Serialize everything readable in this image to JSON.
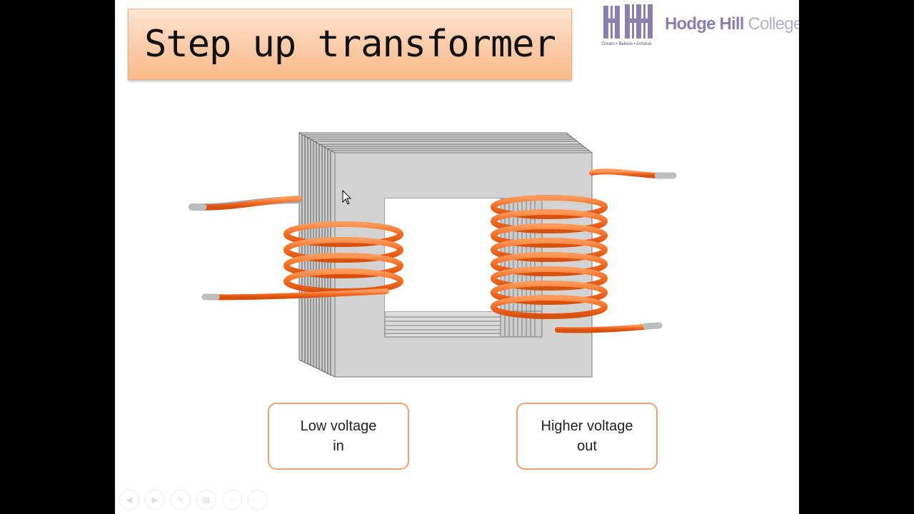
{
  "slide": {
    "title": "Step up transformer",
    "logo": {
      "name_strong": "Hodge Hill",
      "name_light": " College",
      "tagline": "Dream  •  Believe  •  Achieve",
      "mark_icon": "hh-monogram-icon"
    },
    "labels": {
      "input": "Low voltage\nin",
      "output": "Higher voltage\nout"
    }
  },
  "player_controls": [
    {
      "name": "previous",
      "icon": "prev-icon"
    },
    {
      "name": "next",
      "icon": "next-icon"
    },
    {
      "name": "pen",
      "icon": "pen-icon"
    },
    {
      "name": "slides",
      "icon": "slides-icon"
    },
    {
      "name": "zoom",
      "icon": "zoom-icon"
    },
    {
      "name": "more",
      "icon": "more-icon"
    }
  ],
  "colors": {
    "coil": "#f26a22",
    "core": "#d4d4d4",
    "title_fill": "#fbcfae",
    "label_border": "#f0a070",
    "logo_purple": "#8b80ad"
  }
}
